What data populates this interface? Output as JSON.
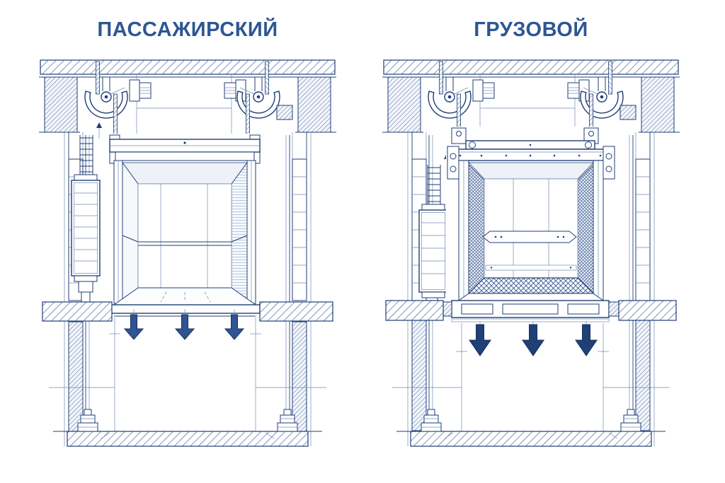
{
  "panels": [
    {
      "id": "passenger",
      "title": "ПАССАЖИРСКИЙ",
      "load_arrows": 3,
      "arrow_weight": "light"
    },
    {
      "id": "freight",
      "title": "ГРУЗОВОЙ",
      "load_arrows": 3,
      "arrow_weight": "heavy"
    }
  ],
  "icons": [
    {
      "name": "arrow-down-icon",
      "meaning": "load direction under elevator cab"
    }
  ],
  "colors": {
    "background": "#ffffff",
    "line": "#1f3e76",
    "line_light": "#7289b4",
    "title_text": "#2d5694",
    "hatch": "#3a5c97",
    "panel_fill": "#eef2f8",
    "arrow_fill": "#2e5494",
    "arrow_fill_dark": "#203f77",
    "arrow_stroke": "#16305e"
  }
}
